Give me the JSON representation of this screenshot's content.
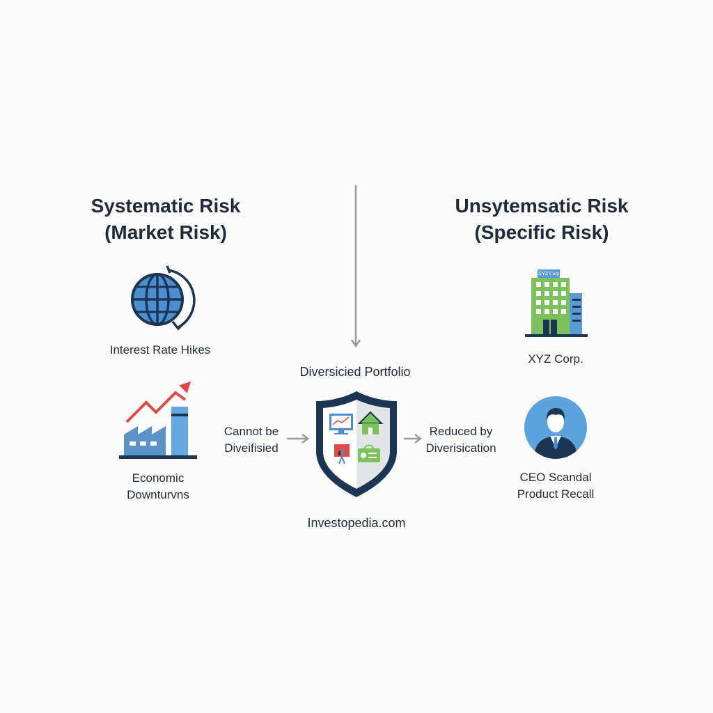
{
  "left": {
    "title_line1": "Systematic Risk",
    "title_line2": "(Market Risk)",
    "items": [
      {
        "icon": "globe-icon",
        "label": "Interest Rate Hikes"
      },
      {
        "icon": "factory-icon",
        "label_line1": "Economic",
        "label_line2": "Downturvns"
      }
    ],
    "note_line1": "Cannot be",
    "note_line2": "Diveifisied"
  },
  "center": {
    "title": "Diversicied Portfolio",
    "icon": "shield-icon",
    "footer": "Investopedia.com"
  },
  "right": {
    "title_line1": "Unsytemsatic Risk",
    "title_line2": "(Specific Risk)",
    "building_sign": "XYZ Corp",
    "items": [
      {
        "icon": "building-icon",
        "label": "XYZ Corp."
      },
      {
        "icon": "person-icon",
        "label_line1": "CEO Scandal",
        "label_line2": "Product Recall"
      }
    ],
    "note_line1": "Reduced by",
    "note_line2": "Diverisication"
  },
  "colors": {
    "navy": "#1c3553",
    "blue": "#4a90d0",
    "green": "#7cc25a",
    "red": "#e04a45",
    "gray": "#9a9a9a"
  }
}
